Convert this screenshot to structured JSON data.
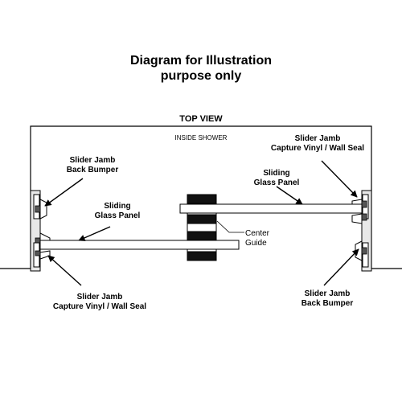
{
  "title": {
    "line1": "Diagram for Illustration",
    "line2": "purpose only"
  },
  "diagram": {
    "top_view": "TOP VIEW",
    "inside_shower": "INSIDE SHOWER",
    "labels": {
      "left_back_bumper": [
        "Slider Jamb",
        "Back Bumper"
      ],
      "left_sliding_panel": [
        "Sliding",
        "Glass Panel"
      ],
      "left_capture_vinyl": [
        "Slider Jamb",
        "Capture Vinyl / Wall Seal"
      ],
      "right_capture_vinyl": [
        "Slider Jamb",
        "Capture Vinyl / Wall Seal"
      ],
      "right_sliding_panel": [
        "Sliding",
        "Glass Panel"
      ],
      "right_back_bumper": [
        "Slider Jamb",
        "Back Bumper"
      ],
      "center_guide": [
        "Center",
        "Guide"
      ]
    }
  }
}
